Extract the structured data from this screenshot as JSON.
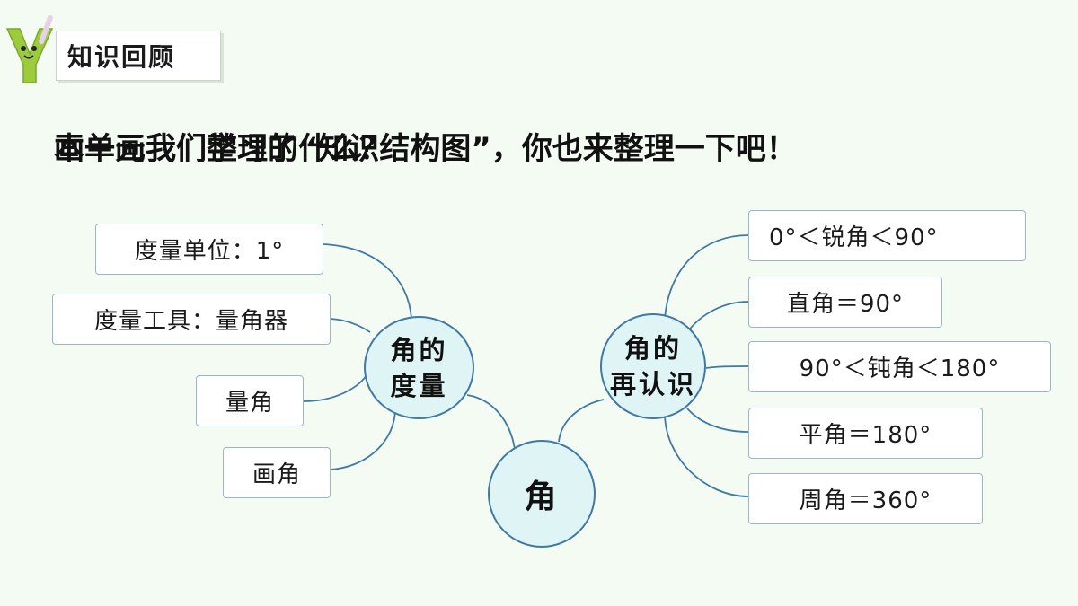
{
  "header": {
    "section_title": "知识回顾"
  },
  "heading": {
    "overlay_line": "本单元我们学习了什么？",
    "main_line": "画一画我们整理的“知识结构图”，你也来整理一下吧！"
  },
  "mindmap": {
    "center": "角",
    "left_hub": {
      "line1": "角的",
      "line2": "度量"
    },
    "right_hub": {
      "line1": "角的",
      "line2": "再认识"
    },
    "left_items": [
      "度量单位：1°",
      "度量工具：量角器",
      "量角",
      "画角"
    ],
    "right_items": [
      "0°＜锐角＜90°",
      "直角＝90°",
      "90°＜钝角＜180°",
      "平角＝180°",
      "周角＝360°"
    ]
  },
  "colors": {
    "line": "#3f79a6",
    "circle_fill": "#dff4f4",
    "box_border": "#9bb6c6",
    "background": "#f4fbf3"
  }
}
